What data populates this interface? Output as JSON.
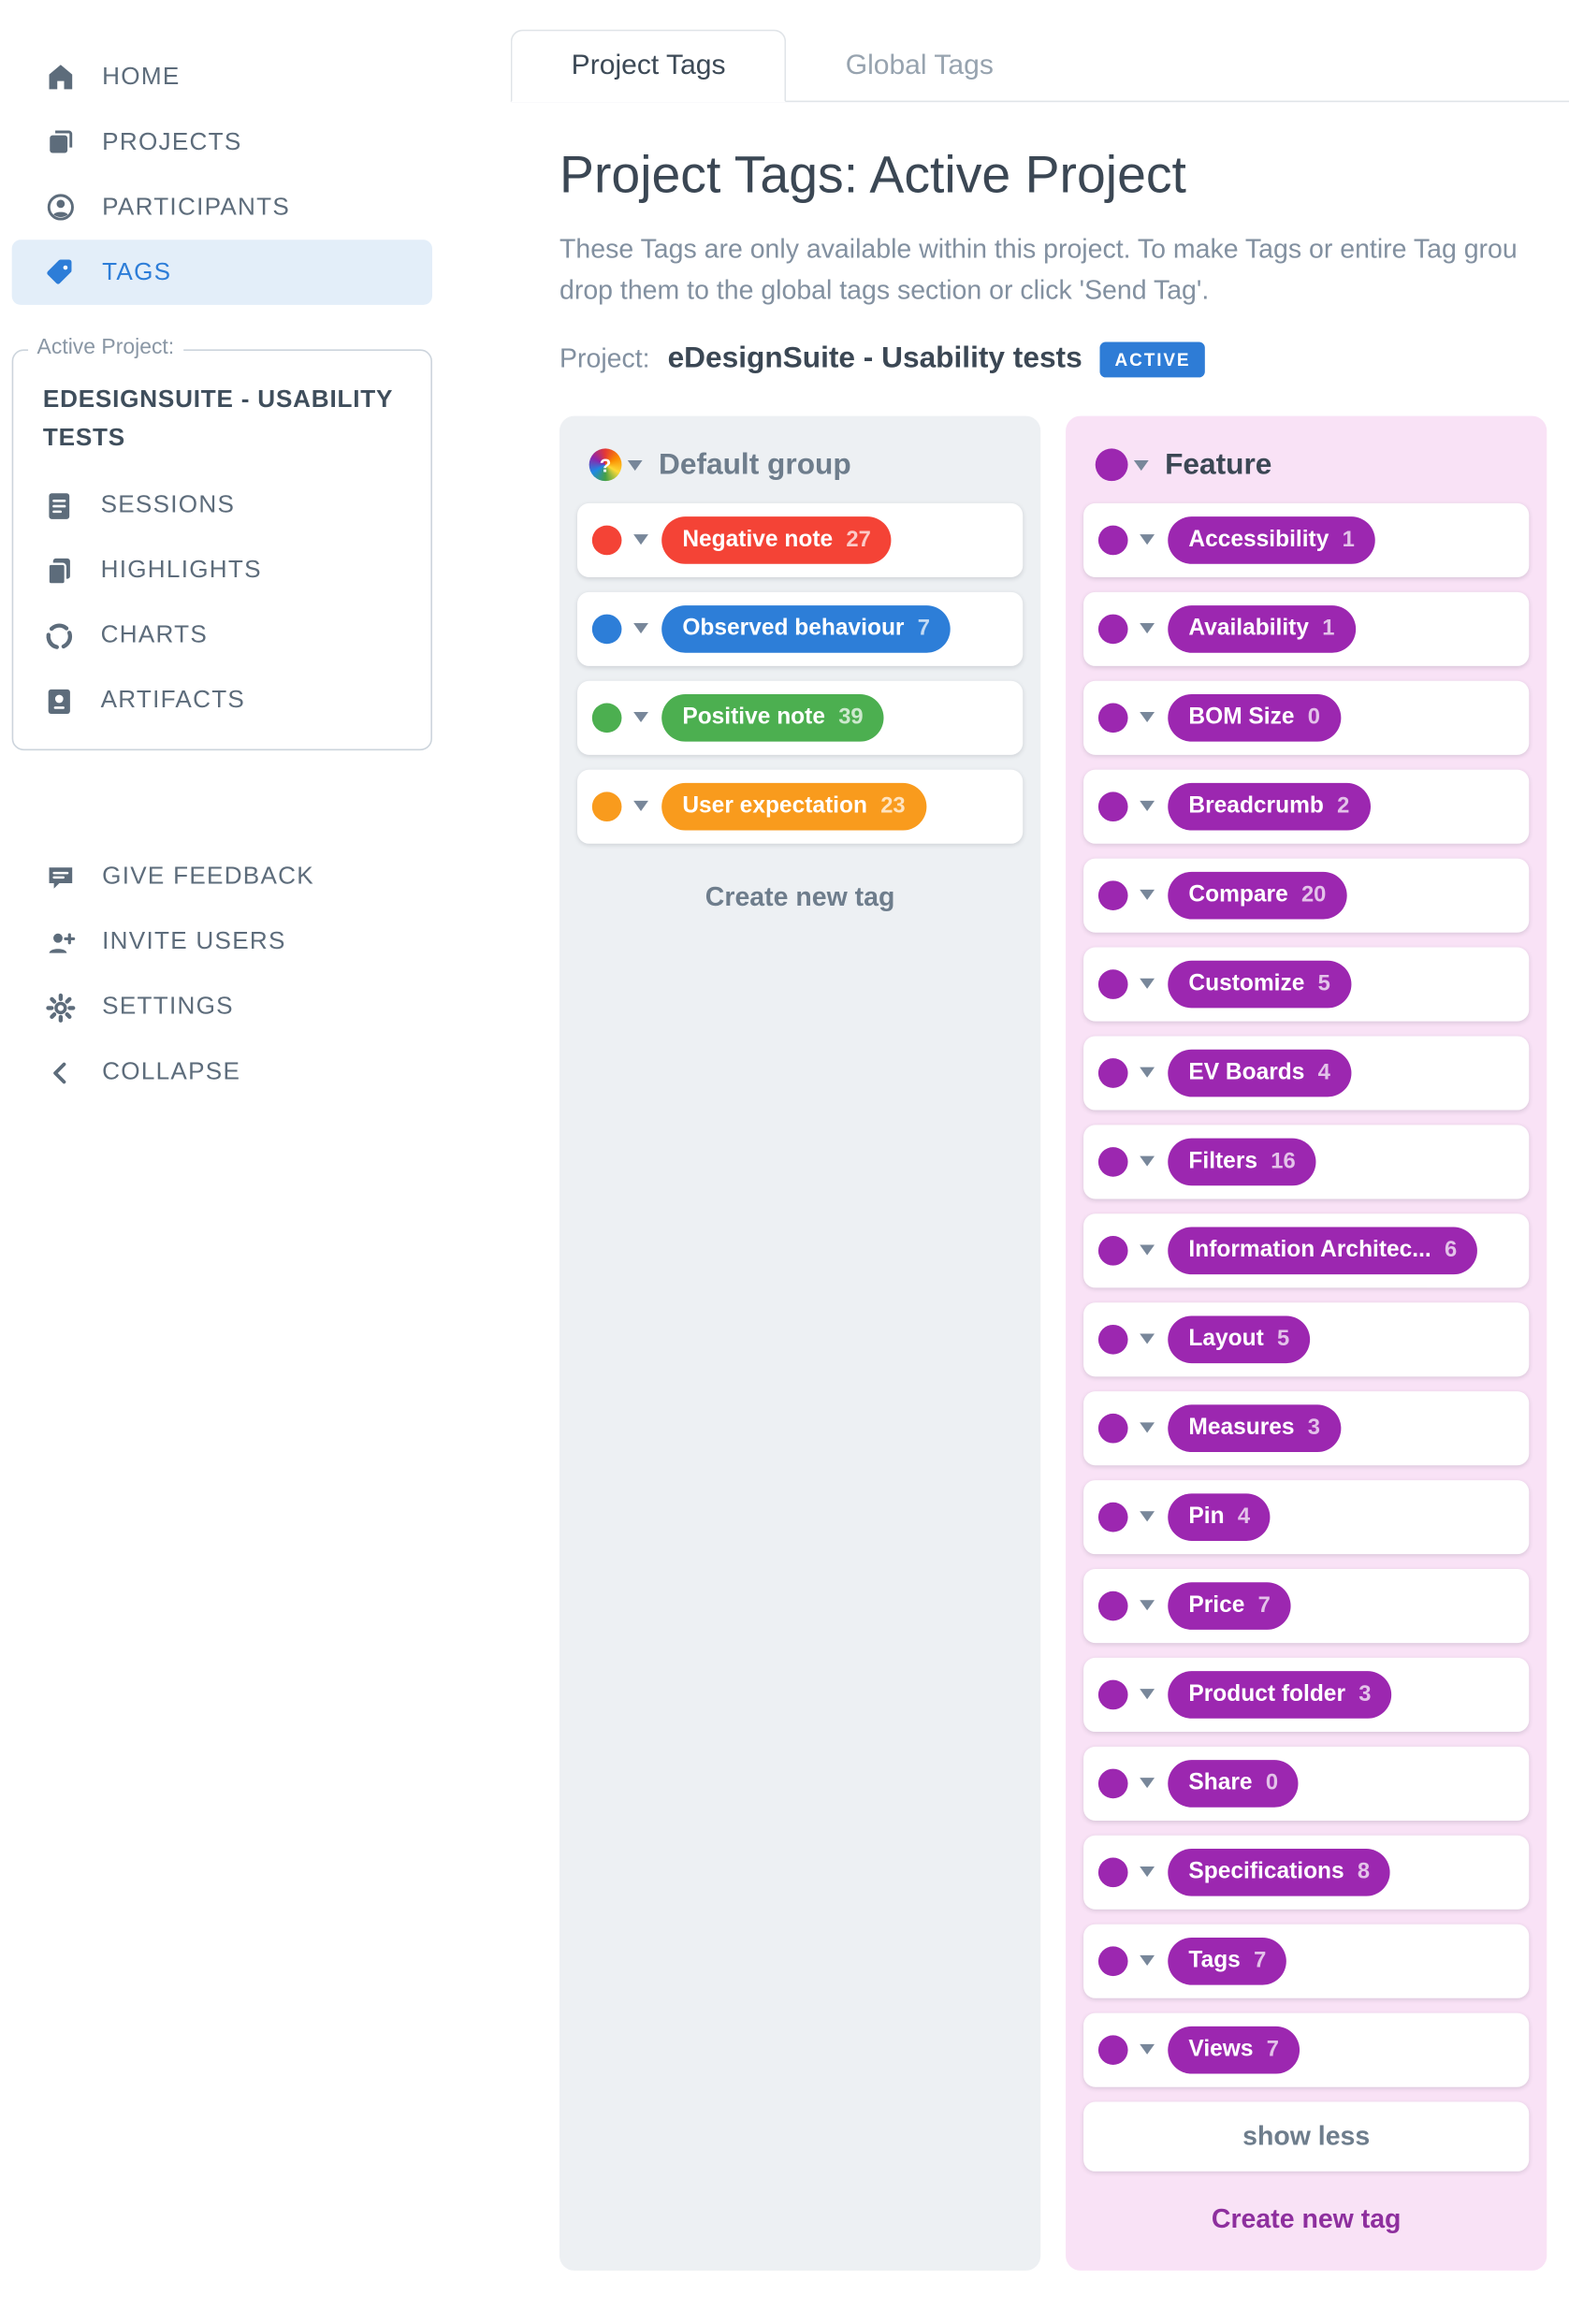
{
  "sidebar": {
    "nav_items": [
      {
        "label": "HOME",
        "icon": "home",
        "active": false
      },
      {
        "label": "PROJECTS",
        "icon": "projects",
        "active": false
      },
      {
        "label": "PARTICIPANTS",
        "icon": "participants",
        "active": false
      },
      {
        "label": "TAGS",
        "icon": "tags",
        "active": true
      }
    ],
    "active_project_box": {
      "legend": "Active Project:",
      "project_name": "EDESIGNSUITE - USABILITY TESTS",
      "items": [
        {
          "label": "SESSIONS",
          "icon": "sessions"
        },
        {
          "label": "HIGHLIGHTS",
          "icon": "highlights"
        },
        {
          "label": "CHARTS",
          "icon": "charts"
        },
        {
          "label": "ARTIFACTS",
          "icon": "artifacts"
        }
      ]
    },
    "footer_items": [
      {
        "label": "GIVE FEEDBACK",
        "icon": "feedback"
      },
      {
        "label": "INVITE USERS",
        "icon": "invite"
      },
      {
        "label": "SETTINGS",
        "icon": "settings"
      },
      {
        "label": "COLLAPSE",
        "icon": "collapse"
      }
    ]
  },
  "tabs": [
    {
      "label": "Project Tags",
      "active": true
    },
    {
      "label": "Global Tags",
      "active": false
    }
  ],
  "header": {
    "title": "Project Tags: Active Project",
    "description_line1": "These Tags are only available within this project. To make Tags or entire Tag grou",
    "description_line2": "drop them to the global tags section or click 'Send Tag'.",
    "project_label": "Project:",
    "project_name": "eDesignSuite - Usability tests",
    "project_status": "ACTIVE"
  },
  "colors": {
    "accent_blue": "#2e7cd6",
    "active_nav_blue": "#2d7dd8",
    "feature_purple": "#9c27b0"
  },
  "groups": [
    {
      "name": "Default group",
      "icon": "color-wheel",
      "theme": "gray",
      "background": "#edf0f3",
      "tags": [
        {
          "label": "Negative note",
          "count": 27,
          "color": "#f44336"
        },
        {
          "label": "Observed behaviour",
          "count": 7,
          "color": "#2d7ed8"
        },
        {
          "label": "Positive note",
          "count": 39,
          "color": "#4caf50"
        },
        {
          "label": "User expectation",
          "count": 23,
          "color": "#f99b1d"
        }
      ],
      "create_label": "Create new tag"
    },
    {
      "name": "Feature",
      "icon": "dot",
      "theme": "purple",
      "background": "#f9e2f6",
      "color": "#9c27b0",
      "tags": [
        {
          "label": "Accessibility",
          "count": 1
        },
        {
          "label": "Availability",
          "count": 1
        },
        {
          "label": "BOM Size",
          "count": 0
        },
        {
          "label": "Breadcrumb",
          "count": 2
        },
        {
          "label": "Compare",
          "count": 20
        },
        {
          "label": "Customize",
          "count": 5
        },
        {
          "label": "EV Boards",
          "count": 4
        },
        {
          "label": "Filters",
          "count": 16
        },
        {
          "label": "Information Architec...",
          "count": 6
        },
        {
          "label": "Layout",
          "count": 5
        },
        {
          "label": "Measures",
          "count": 3
        },
        {
          "label": "Pin",
          "count": 4
        },
        {
          "label": "Price",
          "count": 7
        },
        {
          "label": "Product folder",
          "count": 3
        },
        {
          "label": "Share",
          "count": 0
        },
        {
          "label": "Specifications",
          "count": 8
        },
        {
          "label": "Tags",
          "count": 7
        },
        {
          "label": "Views",
          "count": 7
        }
      ],
      "show_less_label": "show less",
      "create_label": "Create new tag"
    }
  ]
}
